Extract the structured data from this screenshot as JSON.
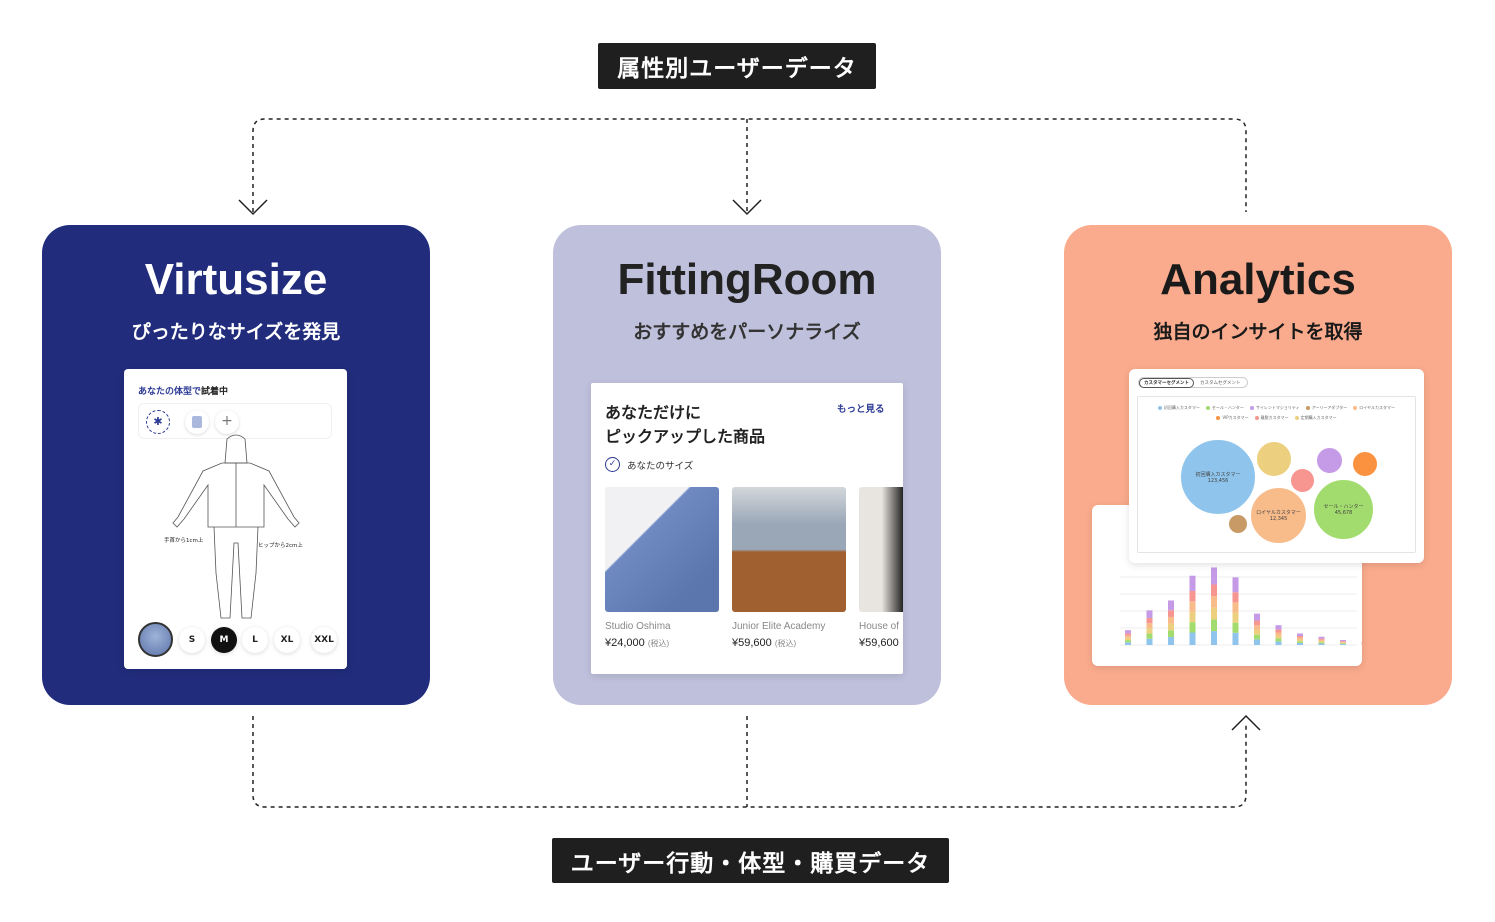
{
  "top_label": "属性別ユーザーデータ",
  "bottom_label": "ユーザー行動・体型・購買データ",
  "colors": {
    "virtusize": "#212c7c",
    "fittingroom": "#bfc0dc",
    "analytics": "#fbab8d",
    "label_bg": "#1f1f1f",
    "accent": "#2c3a94"
  },
  "virtusize": {
    "title": "Virtusize",
    "subtitle": "ぴったりなサイズを発見",
    "panel": {
      "heading_accent": "あなたの体型で",
      "heading_rest": "試着中",
      "annotation_left": "手首から1cm上",
      "annotation_right": "ヒップから2cm上",
      "sizes": [
        "S",
        "M",
        "L",
        "XL",
        "XXL"
      ],
      "selected_size": "M"
    }
  },
  "fittingroom": {
    "title": "FittingRoom",
    "subtitle": "おすすめをパーソナライズ",
    "panel": {
      "heading_line1": "あなただけに",
      "heading_line2": "ピックアップした商品",
      "more_link": "もっと見る",
      "filter_label": "あなたのサイズ",
      "products": [
        {
          "brand": "Studio Oshima",
          "price": "¥24,000",
          "tax": "(税込)"
        },
        {
          "brand": "Junior Elite Academy",
          "price": "¥59,600",
          "tax": "(税込)"
        },
        {
          "brand": "House of",
          "price": "¥59,600",
          "tax": ""
        }
      ]
    }
  },
  "analytics": {
    "title": "Analytics",
    "subtitle": "独自のインサイトを取得",
    "tabs": [
      "カスタマーセグメント",
      "カスタムセグメント"
    ],
    "legend": [
      {
        "label": "初回購入カスタマー",
        "color": "#8fc5ec"
      },
      {
        "label": "セール・ハンター",
        "color": "#a3dc6e"
      },
      {
        "label": "サイレントマジョリティ",
        "color": "#c59ae6"
      },
      {
        "label": "アーリーアダプター",
        "color": "#c89a66"
      },
      {
        "label": "ロイヤルカスタマー",
        "color": "#f8bb8a"
      },
      {
        "label": "VIPカスタマー",
        "color": "#fb923f"
      },
      {
        "label": "離脱カスタマー",
        "color": "#f79590"
      },
      {
        "label": "定期購入カスタマー",
        "color": "#ecd07f"
      }
    ],
    "bubbles": [
      {
        "label": "初回購入カスタマー",
        "value": "123,456"
      },
      {
        "label": "ロイヤルカスタマー",
        "value": "12,345"
      },
      {
        "label": "セール・ハンター",
        "value": "45,678"
      }
    ],
    "bar_totals": [
      9,
      21,
      27,
      42,
      47,
      41,
      19,
      12,
      7,
      5,
      3,
      2
    ]
  }
}
